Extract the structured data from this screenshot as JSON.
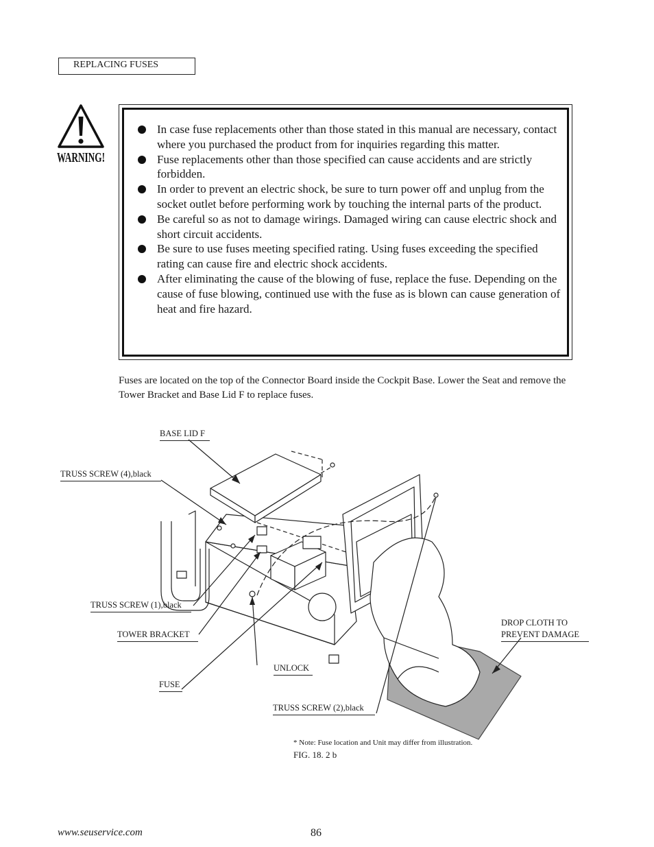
{
  "section": {
    "title": "REPLACING FUSES"
  },
  "warning": {
    "icon": "warning-triangle-icon",
    "label": "WARNING!",
    "items": [
      "In case fuse replacements other than those stated in this manual are necessary, contact where you purchased the product from for inquiries regarding this matter.",
      "Fuse replacements other than those specified can cause accidents and are strictly forbidden.",
      "In order to prevent an electric shock, be sure to turn power off and unplug from the socket outlet before performing work by touching the internal parts of the product.",
      "Be careful so as not to damage wirings.  Damaged wiring can cause electric shock and short circuit accidents.",
      "Be sure to use fuses meeting specified rating.  Using fuses exceeding the specified rating can cause fire and electric shock accidents.",
      "After eliminating the cause of the blowing of fuse, replace the fuse. Depending on the cause of fuse blowing, continued use with the fuse as is blown can cause generation of heat and fire hazard."
    ]
  },
  "intro": "Fuses are located on the top of the Connector Board inside the Cockpit Base. Lower the Seat and remove the Tower Bracket and Base Lid F to replace fuses.",
  "figure": {
    "labels": {
      "base_lid": "BASE LID F",
      "truss4": "TRUSS SCREW (4),black",
      "truss1": "TRUSS SCREW (1),black",
      "tower": "TOWER BRACKET",
      "fuse": "FUSE",
      "unlock": "UNLOCK",
      "truss2": "TRUSS SCREW (2),black",
      "drop_cloth_1": "DROP CLOTH TO",
      "drop_cloth_2": "PREVENT DAMAGE"
    },
    "note": "* Note: Fuse location and Unit may differ from illustration.",
    "caption": "FIG. 18. 2 b"
  },
  "footer": {
    "url": "www.seuservice.com",
    "page": "86"
  }
}
